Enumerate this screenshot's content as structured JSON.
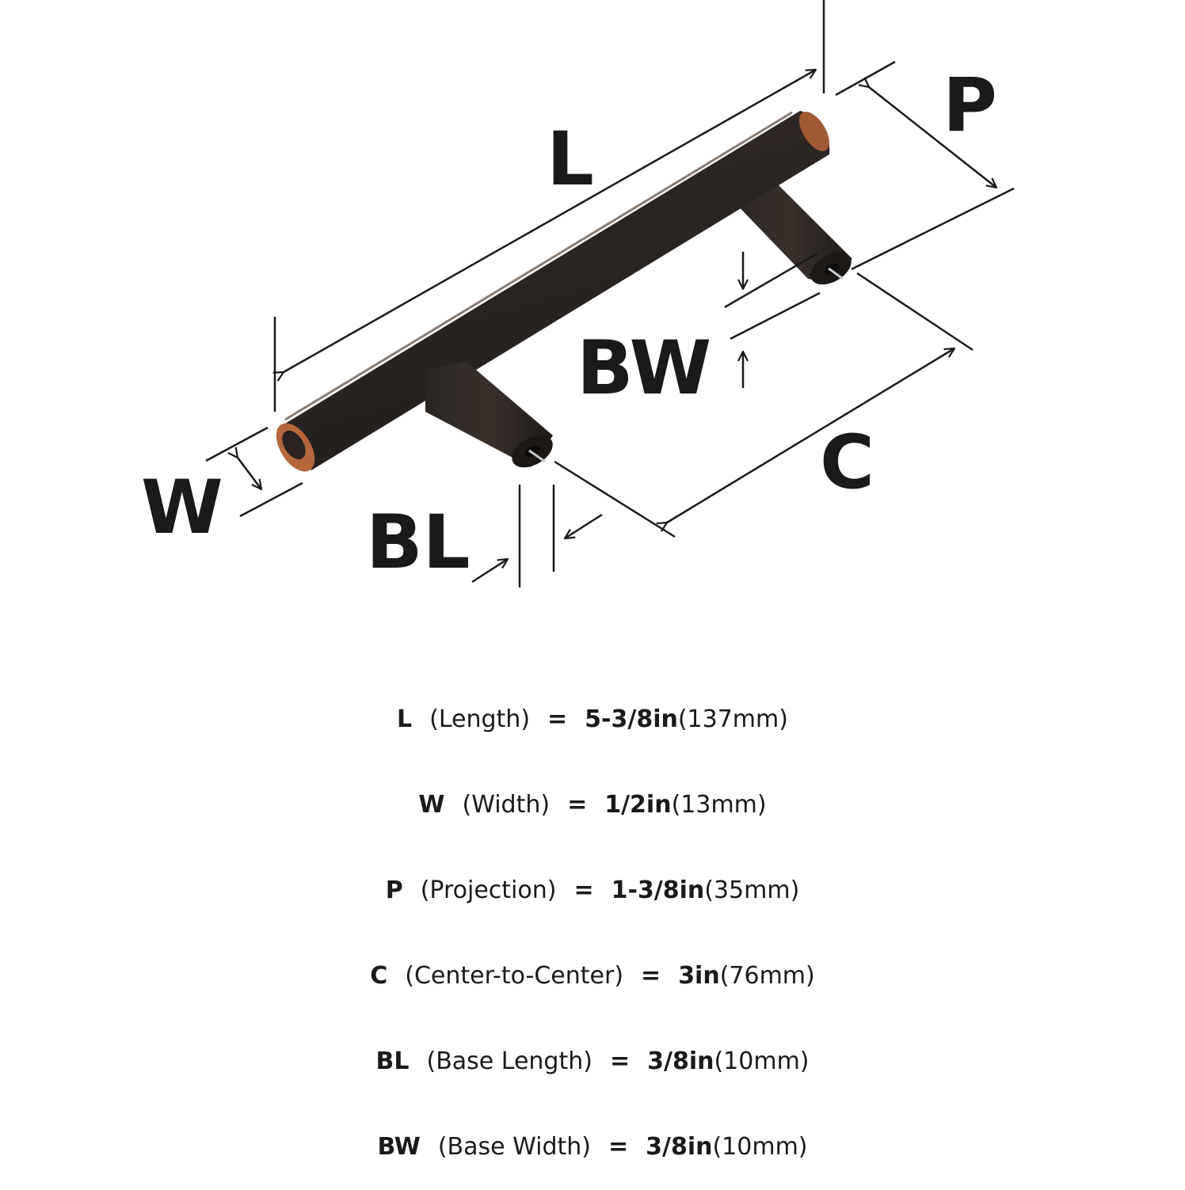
{
  "diagram": {
    "labels": {
      "L": "L",
      "P": "P",
      "BW": "BW",
      "C": "C",
      "W": "W",
      "BL": "BL"
    },
    "colors": {
      "bar": "#2a2522",
      "bar_highlight": "#4a3a30",
      "copper": "#b5663d",
      "line": "#1a1a1a"
    }
  },
  "specs": [
    {
      "key": "L",
      "name": "(Length)",
      "eq": "=",
      "imperial": "5-3/8in",
      "metric": "(137mm)"
    },
    {
      "key": "W",
      "name": "(Width)",
      "eq": "=",
      "imperial": "1/2in",
      "metric": "(13mm)"
    },
    {
      "key": "P",
      "name": "(Projection)",
      "eq": "=",
      "imperial": "1-3/8in",
      "metric": "(35mm)"
    },
    {
      "key": "C",
      "name": "(Center-to-Center)",
      "eq": "=",
      "imperial": "3in",
      "metric": "(76mm)"
    },
    {
      "key": "BL",
      "name": "(Base Length)",
      "eq": "=",
      "imperial": "3/8in",
      "metric": "(10mm)"
    },
    {
      "key": "BW",
      "name": "(Base Width)",
      "eq": "=",
      "imperial": "3/8in",
      "metric": "(10mm)"
    }
  ]
}
